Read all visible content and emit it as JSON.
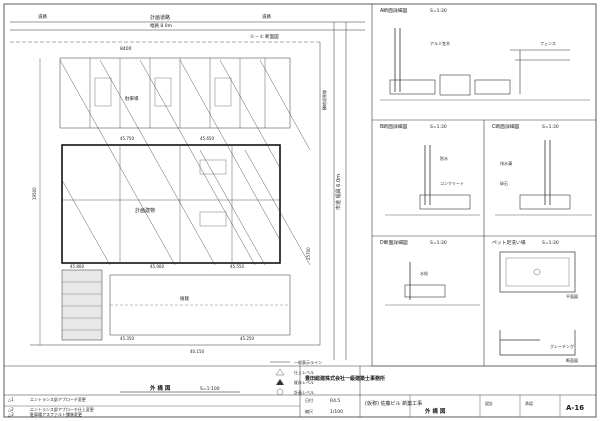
{
  "drawing": {
    "plan_title": "外 構 図",
    "plan_scale": "S=1:100",
    "section_label": "① ─ ① 断面図",
    "north_road": "計画道路",
    "north_road_width": "幅員 8.0m",
    "east_road": "市道 幅員 6.0m",
    "road_label_left": "道路",
    "road_label_right": "道路",
    "boundary_label": "隣地境界線",
    "building_label": "計画建物",
    "parking_label": "駐車場",
    "planting_label": "植栽",
    "dims": {
      "top": "8400",
      "left": "19500",
      "bottom": "40.150",
      "right": "25700"
    },
    "elevations": [
      "45.750",
      "45.650",
      "45.800",
      "45.900",
      "45.550",
      "45.350",
      "45.250"
    ]
  },
  "details": {
    "a": {
      "title": "A断面詳細図",
      "scale": "S=1:30"
    },
    "b": {
      "title": "B断面詳細図",
      "scale": "S=1:30"
    },
    "c": {
      "title": "C断面詳細図",
      "scale": "S=1:30"
    },
    "d": {
      "title": "D断面詳細図",
      "scale": "S=1:30"
    },
    "e": {
      "title": "ペット足洗い場",
      "scale": "S=1:30"
    },
    "plan_label": "平面図",
    "section_label": "断面図",
    "labels": [
      "アルミ笠木",
      "フェンス",
      "防水",
      "排水溝",
      "コンクリート",
      "砕石",
      "水栓",
      "グレーチング"
    ]
  },
  "legend": {
    "items": [
      "一般表示ライン",
      "仕上レベル",
      "既存レベル",
      "計画レベル"
    ]
  },
  "revisions": [
    {
      "no": "△1",
      "text": "エントランス部アプローチ変更"
    },
    {
      "no": "△2",
      "text": "エントランス部アプローチ仕上変更"
    },
    {
      "no": "△3",
      "text": "駐車場アスファルト舗装変更"
    }
  ],
  "titleblock": {
    "firm": "豊田総建株式会社一級建築士事務所",
    "date_label": "日付",
    "date_value": "R4.5",
    "scale_label": "縮尺",
    "scale_value": "1/100",
    "project_label": "(仮称) 佐藤ビル 新築工事",
    "drawing_name": "外 構 図",
    "sheet_no": "A-16",
    "drawn_label": "設計",
    "checked_label": "承認"
  }
}
